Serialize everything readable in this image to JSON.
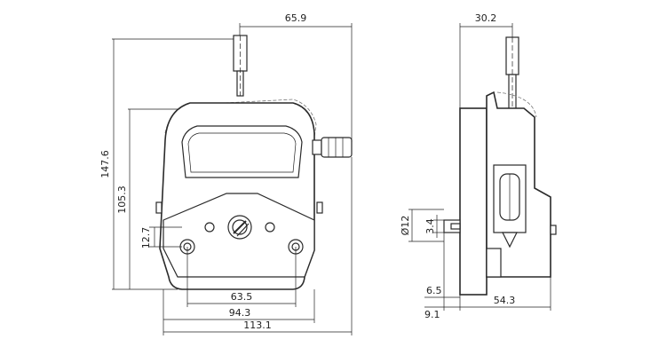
{
  "front_view": {
    "dims": {
      "handle_offset": "65.9",
      "overall_height": "147.6",
      "body_height": "105.3",
      "mount_offset": "12.7",
      "hole_spacing": "63.5",
      "base_width": "94.3",
      "overall_width": "113.1"
    }
  },
  "side_view": {
    "dims": {
      "handle_width": "30.2",
      "tube_diameter": "Ø12",
      "tube_wall": "3.4",
      "flange_thickness": "6.5",
      "flange_offset": "9.1",
      "body_depth": "54.3"
    }
  }
}
